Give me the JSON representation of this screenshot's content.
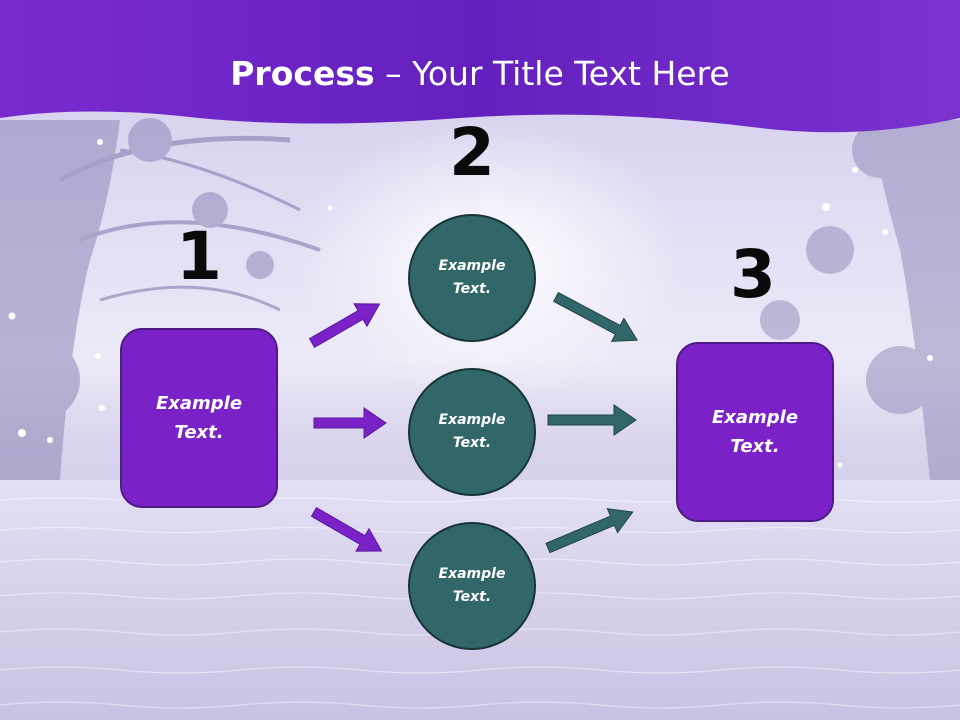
{
  "slide": {
    "title_bold": "Process",
    "title_rest": " – Your Title Text Here"
  },
  "steps": [
    {
      "number": "1",
      "boxes": [
        "Example\nText."
      ]
    },
    {
      "number": "2",
      "circles": [
        "Example\nText.",
        "Example\nText.",
        "Example\nText."
      ]
    },
    {
      "number": "3",
      "boxes": [
        "Example\nText."
      ]
    }
  ],
  "colors": {
    "header_purple": "#6b24c4",
    "box_purple": "#7a22c8",
    "circle_teal": "#32676a",
    "arrow_purple": "#7a22c8",
    "arrow_teal": "#32676a",
    "number_text": "#0a0a0a"
  }
}
